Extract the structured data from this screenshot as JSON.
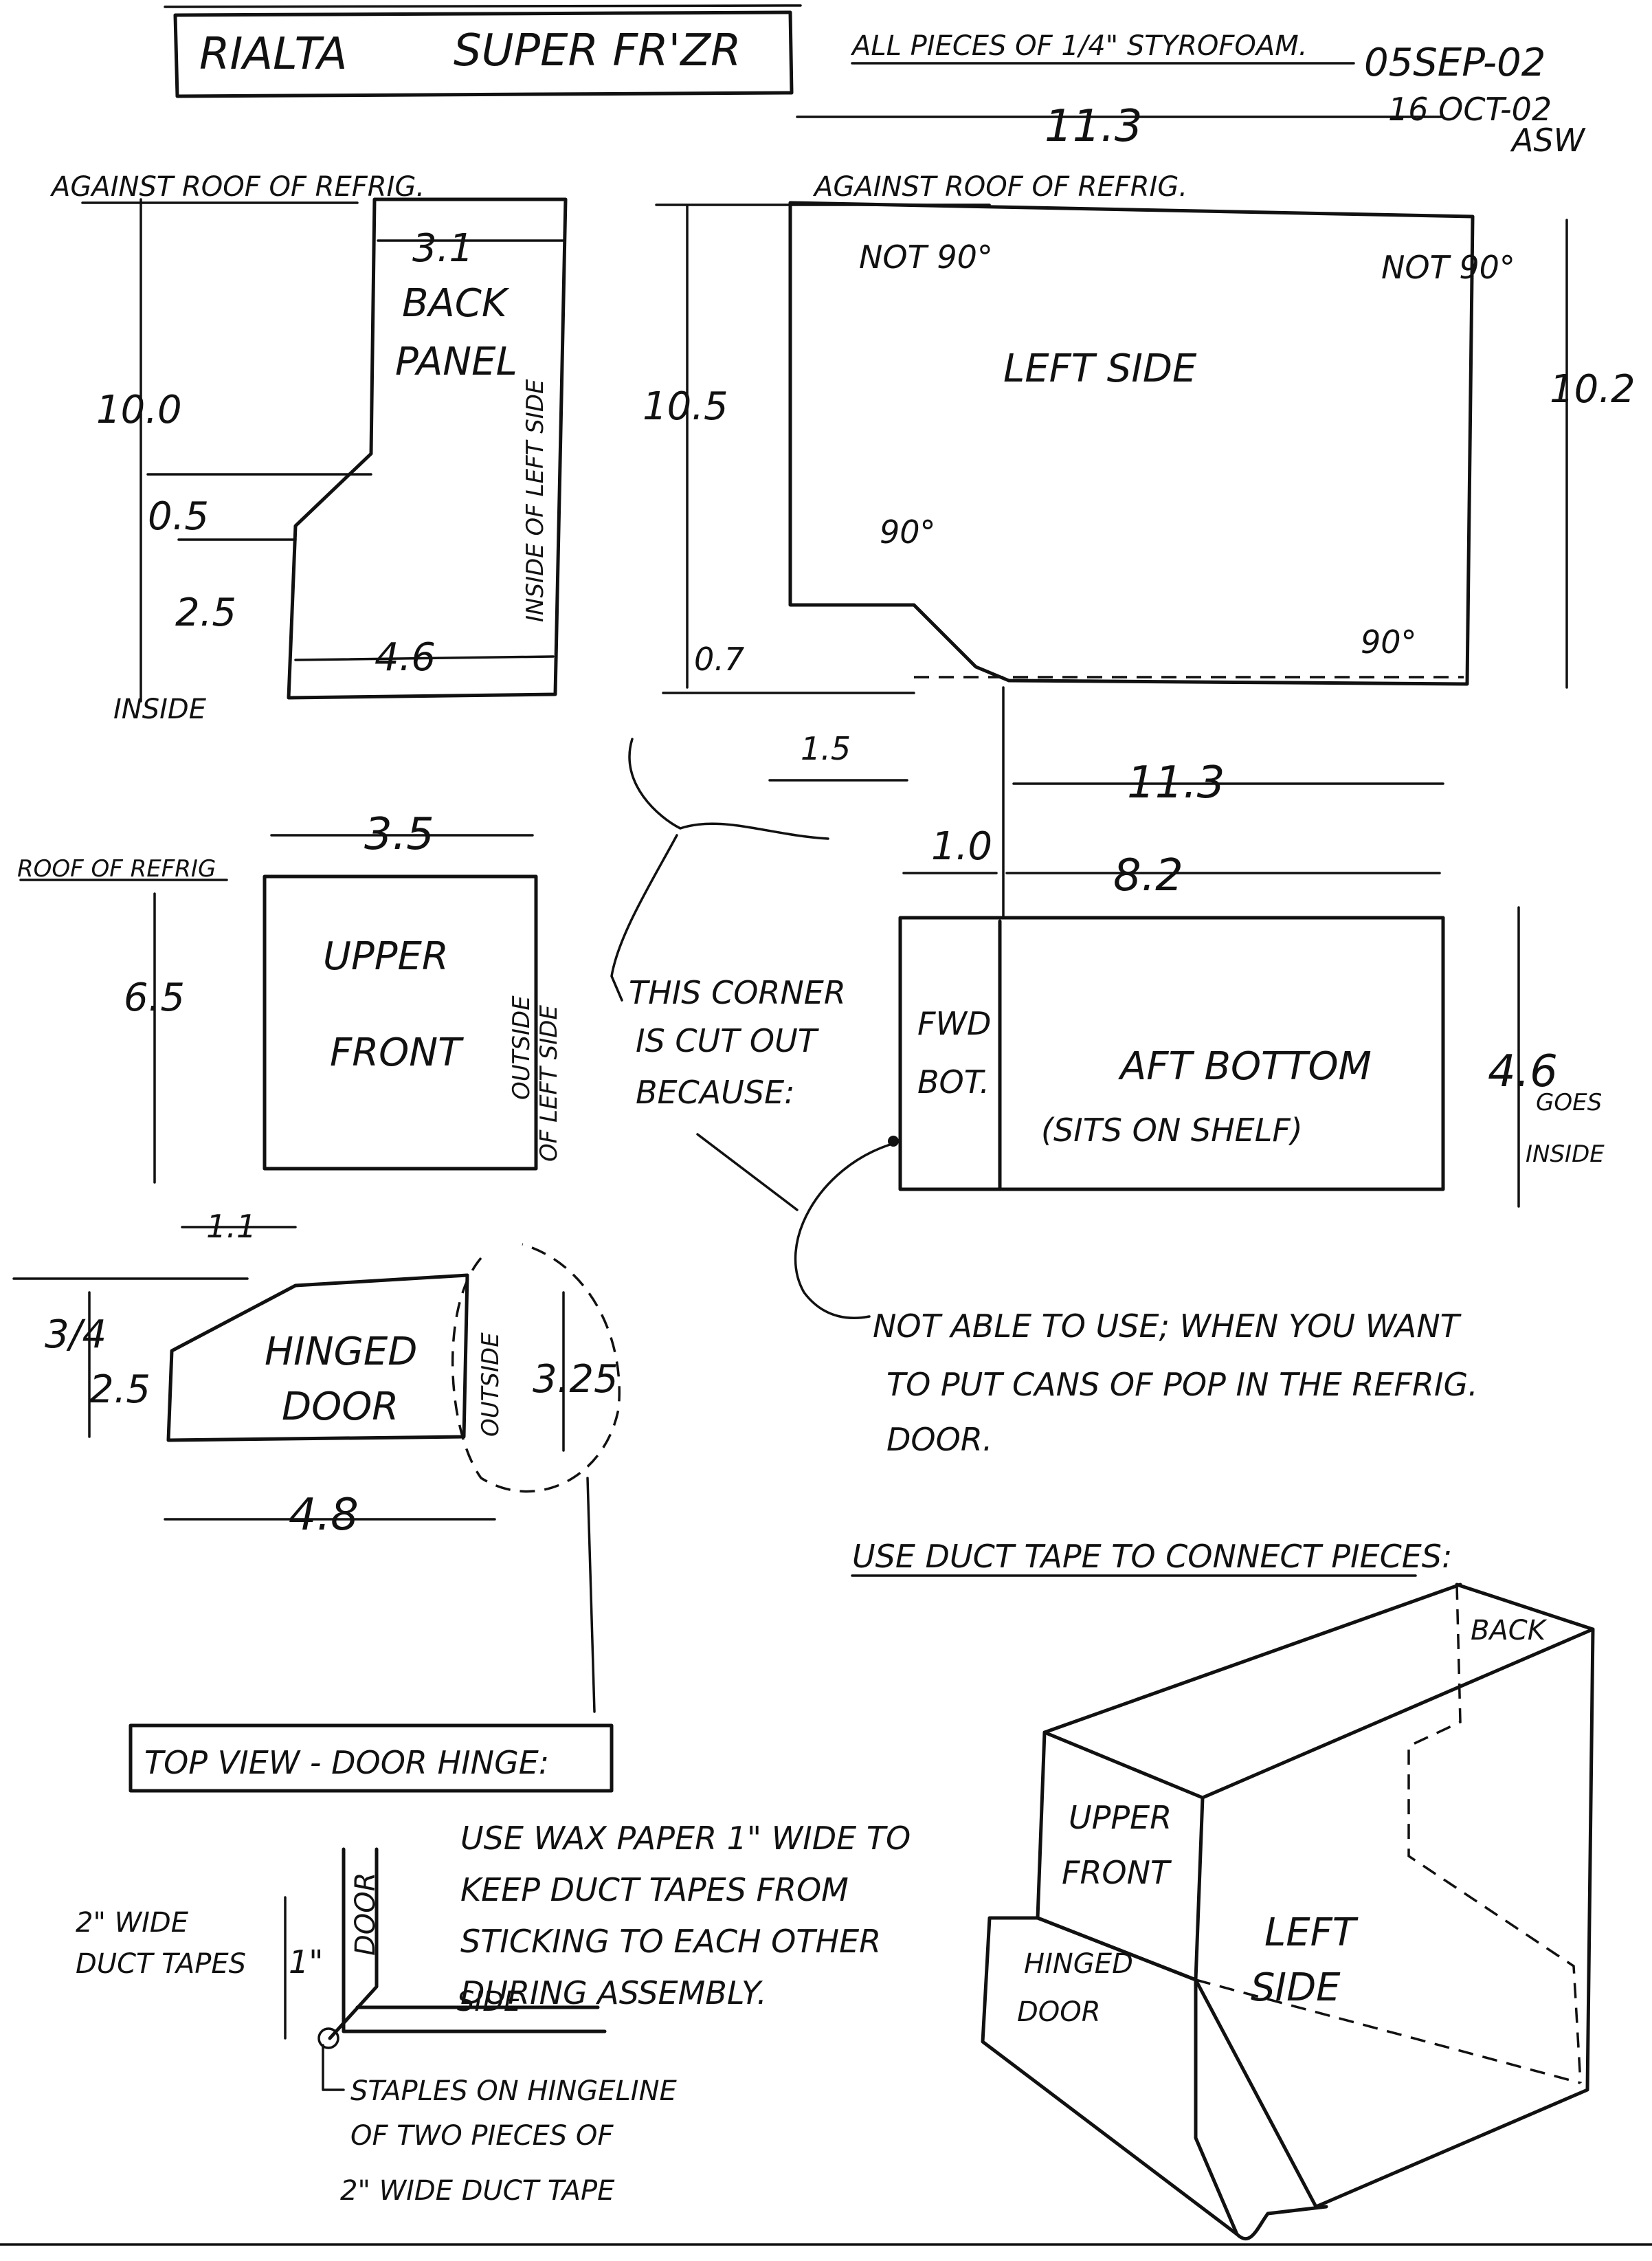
{
  "header": {
    "title_left": "RIALTA",
    "title_right": "SUPER FR'ZR",
    "material_note": "ALL PIECES OF 1/4\" STYROFOAM.",
    "date_1": "05SEP-02",
    "date_2": "16 OCT-02",
    "initials": "ASW"
  },
  "back_panel": {
    "label_line1": "BACK",
    "label_line2": "PANEL",
    "top_note": "AGAINST ROOF OF REFRIG.",
    "width_top": "3.1",
    "height": "10.0",
    "notch_depth": "0.5",
    "lower_height": "2.5",
    "width_bottom": "4.6",
    "side_note": "INSIDE OF LEFT SIDE",
    "bottom_note": "INSIDE"
  },
  "left_side": {
    "label": "LEFT SIDE",
    "top_note": "AGAINST ROOF OF REFRIG.",
    "width_top": "11.3",
    "height_left": "10.5",
    "height_right": "10.2",
    "angle_note_1": "NOT 90°",
    "angle_note_2": "NOT 90°",
    "angle_90_a": "90°",
    "angle_90_b": "90°",
    "notch_height": "0.7",
    "notch_width": "1.5",
    "width_bottom": "11.3"
  },
  "cutout_note": {
    "line1": "THIS CORNER",
    "line2": "IS CUT OUT",
    "line3": "BECAUSE:"
  },
  "upper_front": {
    "label_line1": "UPPER",
    "label_line2": "FRONT",
    "top_note": "ROOF OF REFRIG",
    "width": "3.5",
    "height": "6.5",
    "side_note_1": "OUTSIDE",
    "side_note_2": "OF LEFT SIDE"
  },
  "aft_bottom": {
    "label": "AFT BOTTOM",
    "sub_label": "(SITS ON SHELF)",
    "fwd_line1": "FWD",
    "fwd_line2": "BOT.",
    "fwd_width": "1.0",
    "width": "8.2",
    "height": "4.6",
    "height_note_1": "GOES",
    "height_note_2": "INSIDE"
  },
  "not_able_note": {
    "line1": "NOT ABLE TO USE; WHEN YOU WANT",
    "line2": "TO PUT CANS OF POP IN THE REFRIG.",
    "line3": "DOOR."
  },
  "hinged_door": {
    "label_line1": "HINGED",
    "label_line2": "DOOR",
    "top_offset": "1.1",
    "notch": "3/4",
    "left_height": "2.5",
    "right_height": "3.25",
    "width": "4.8",
    "side_note": "OUTSIDE"
  },
  "duct_tape_note": "USE DUCT TAPE TO CONNECT PIECES:",
  "top_view": {
    "label": "TOP VIEW - DOOR HINGE:",
    "wax_line1": "USE WAX PAPER 1\" WIDE TO",
    "wax_line2": "KEEP DUCT TAPES FROM",
    "wax_line3": "STICKING TO EACH OTHER",
    "wax_line4": "DURING ASSEMBLY.",
    "tape_line1": "2\" WIDE",
    "tape_line2": "DUCT TAPES",
    "inch": "1\"",
    "door": "DOOR",
    "side": "SIDE",
    "staples_line1": "STAPLES ON HINGELINE",
    "staples_line2": "OF TWO PIECES OF",
    "staples_line3": "2\" WIDE DUCT TAPE"
  },
  "assembly": {
    "back": "BACK",
    "upper_line1": "UPPER",
    "upper_line2": "FRONT",
    "left_line1": "LEFT",
    "left_line2": "SIDE",
    "hinged_line1": "HINGED",
    "hinged_line2": "DOOR"
  }
}
